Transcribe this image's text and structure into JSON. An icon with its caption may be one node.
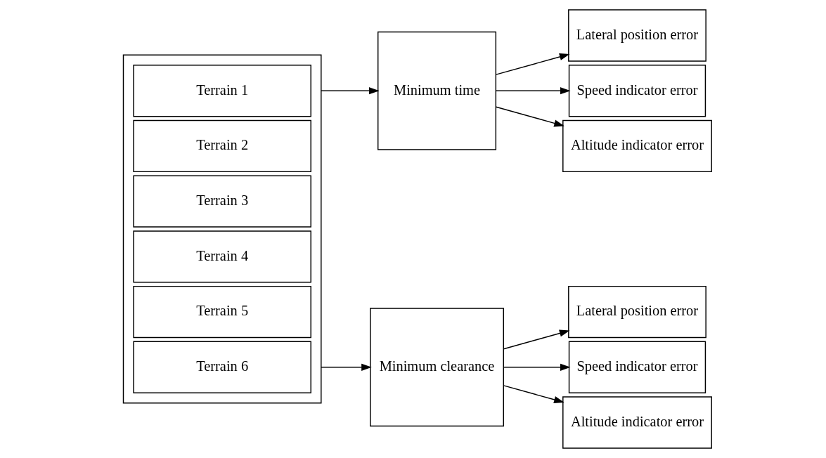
{
  "diagram": {
    "nodes": [
      {
        "text": [],
        "shape": "box"
      },
      {
        "text": [
          "Terrain 1"
        ],
        "in": 0
      },
      {
        "text": [
          "Terrain 2"
        ],
        "in": 0
      },
      {
        "text": [
          "Terrain 3"
        ],
        "in": 0
      },
      {
        "text": [
          "Terrain 4"
        ],
        "in": 0
      },
      {
        "text": [
          "Terrain 5"
        ],
        "in": 0
      },
      {
        "text": [
          "Terrain 6"
        ],
        "in": 0
      },
      {
        "text": [
          "Minimum time"
        ]
      },
      {
        "text": [
          "Lateral position error"
        ]
      },
      {
        "text": [
          "Speed indicator error"
        ]
      },
      {
        "text": [
          "Altitude indicator error"
        ]
      },
      {
        "text": [
          "Minimum clearance"
        ]
      },
      {
        "text": [
          "Lateral position error"
        ]
      },
      {
        "text": [
          "Speed indicator error"
        ]
      },
      {
        "text": [
          "Altitude indicator error"
        ]
      }
    ],
    "edges": [
      {
        "from": 0,
        "to": 7,
        "arrow": "to"
      },
      {
        "from": 0,
        "to": 11,
        "arrow": "to"
      },
      {
        "from": 7,
        "to": 8,
        "arrow": "to"
      },
      {
        "from": 7,
        "to": 9,
        "arrow": "to"
      },
      {
        "from": 7,
        "to": 10,
        "arrow": "to"
      },
      {
        "from": 11,
        "to": 12,
        "arrow": "to"
      },
      {
        "from": 11,
        "to": 13,
        "arrow": "to"
      },
      {
        "from": 11,
        "to": 14,
        "arrow": "to"
      }
    ]
  }
}
